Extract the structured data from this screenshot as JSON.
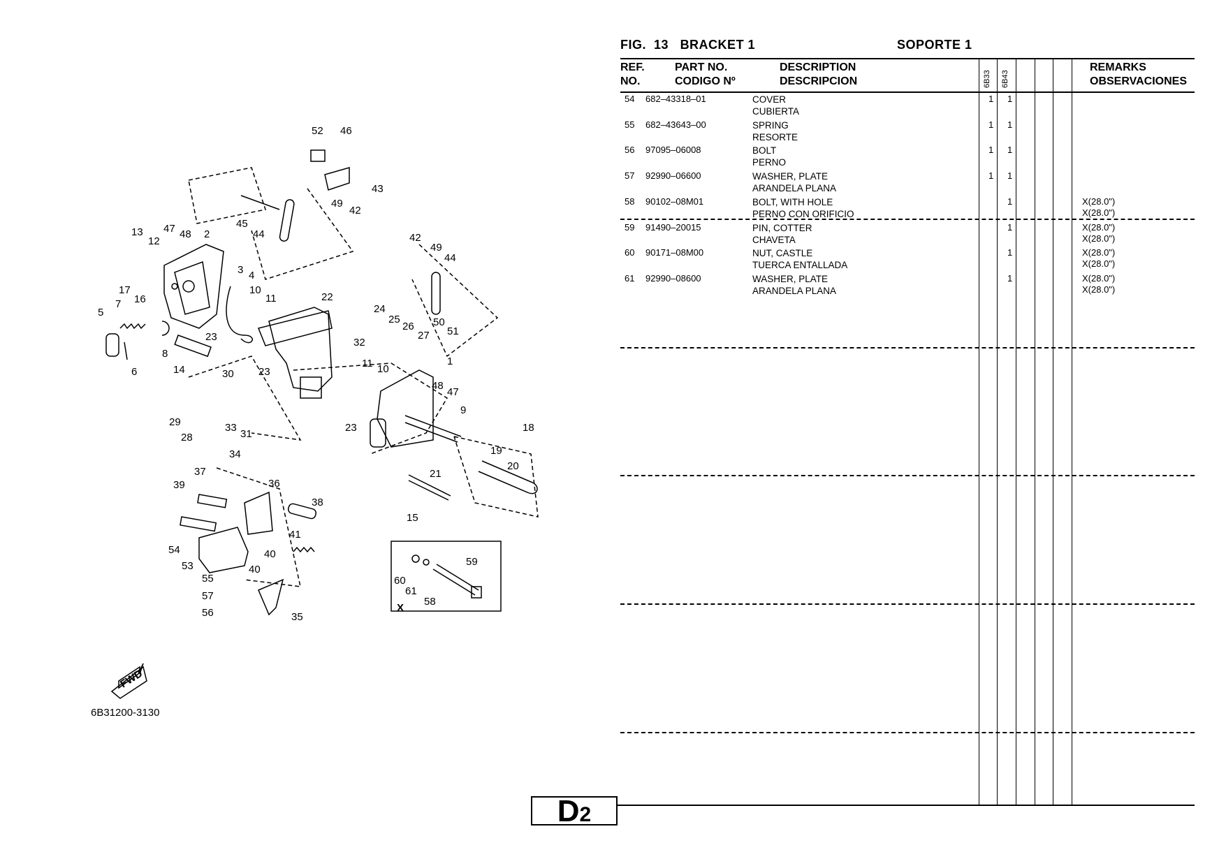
{
  "header": {
    "fig": "FIG.",
    "fig_no": "13",
    "title_en": "BRACKET 1",
    "title_es": "SOPORTE 1"
  },
  "columns": {
    "ref_en": "REF.",
    "ref_es": "NO.",
    "part_en": "PART NO.",
    "part_es": "CODIGO Nº",
    "desc_en": "DESCRIPTION",
    "desc_es": "DESCRIPCION",
    "model1": "6B33",
    "model2": "6B43",
    "remarks_en": "REMARKS",
    "remarks_es": "OBSERVACIONES"
  },
  "rows": [
    {
      "ref": "54",
      "part": "682–43318–01",
      "desc_en": "COVER",
      "desc_es": "CUBIERTA",
      "m1": "1",
      "m2": "1",
      "rem1": "",
      "rem2": ""
    },
    {
      "ref": "55",
      "part": "682–43643–00",
      "desc_en": "SPRING",
      "desc_es": "RESORTE",
      "m1": "1",
      "m2": "1",
      "rem1": "",
      "rem2": ""
    },
    {
      "ref": "56",
      "part": "97095–06008",
      "desc_en": "BOLT",
      "desc_es": "PERNO",
      "m1": "1",
      "m2": "1",
      "rem1": "",
      "rem2": ""
    },
    {
      "ref": "57",
      "part": "92990–06600",
      "desc_en": "WASHER, PLATE",
      "desc_es": "ARANDELA PLANA",
      "m1": "1",
      "m2": "1",
      "rem1": "",
      "rem2": ""
    },
    {
      "ref": "58",
      "part": "90102–08M01",
      "desc_en": "BOLT, WITH HOLE",
      "desc_es": "PERNO  CON ORIFICIO",
      "m1": "",
      "m2": "1",
      "rem1": "X(28.0\")",
      "rem2": "X(28.0\")"
    },
    {
      "ref": "59",
      "part": "91490–20015",
      "desc_en": "PIN, COTTER",
      "desc_es": "CHAVETA",
      "m1": "",
      "m2": "1",
      "rem1": "X(28.0\")",
      "rem2": "X(28.0\")"
    },
    {
      "ref": "60",
      "part": "90171–08M00",
      "desc_en": "NUT, CASTLE",
      "desc_es": "TUERCA  ENTALLADA",
      "m1": "",
      "m2": "1",
      "rem1": "X(28.0\")",
      "rem2": "X(28.0\")"
    },
    {
      "ref": "61",
      "part": "92990–08600",
      "desc_en": "WASHER, PLATE",
      "desc_es": "ARANDELA PLANA",
      "m1": "",
      "m2": "1",
      "rem1": "X(28.0\")",
      "rem2": "X(28.0\")"
    }
  ],
  "diagram": {
    "code": "6B31200-3130",
    "fwd": "FWD",
    "inset_label": "X",
    "callouts": [
      "52",
      "46",
      "43",
      "45",
      "44",
      "49",
      "42",
      "13",
      "12",
      "47",
      "48",
      "2",
      "3",
      "4",
      "10",
      "11",
      "17",
      "16",
      "7",
      "5",
      "6",
      "8",
      "14",
      "23",
      "22",
      "24",
      "25",
      "26",
      "27",
      "32",
      "42",
      "49",
      "44",
      "50",
      "51",
      "30",
      "29",
      "28",
      "33",
      "31",
      "23",
      "11",
      "10",
      "1",
      "48",
      "47",
      "9",
      "23",
      "34",
      "18",
      "19",
      "20",
      "21",
      "15",
      "37",
      "36",
      "39",
      "38",
      "41",
      "54",
      "40",
      "53",
      "40",
      "55",
      "57",
      "56",
      "35",
      "59",
      "60",
      "61",
      "58"
    ]
  },
  "footer": {
    "page_letter": "D",
    "page_no": "2"
  }
}
